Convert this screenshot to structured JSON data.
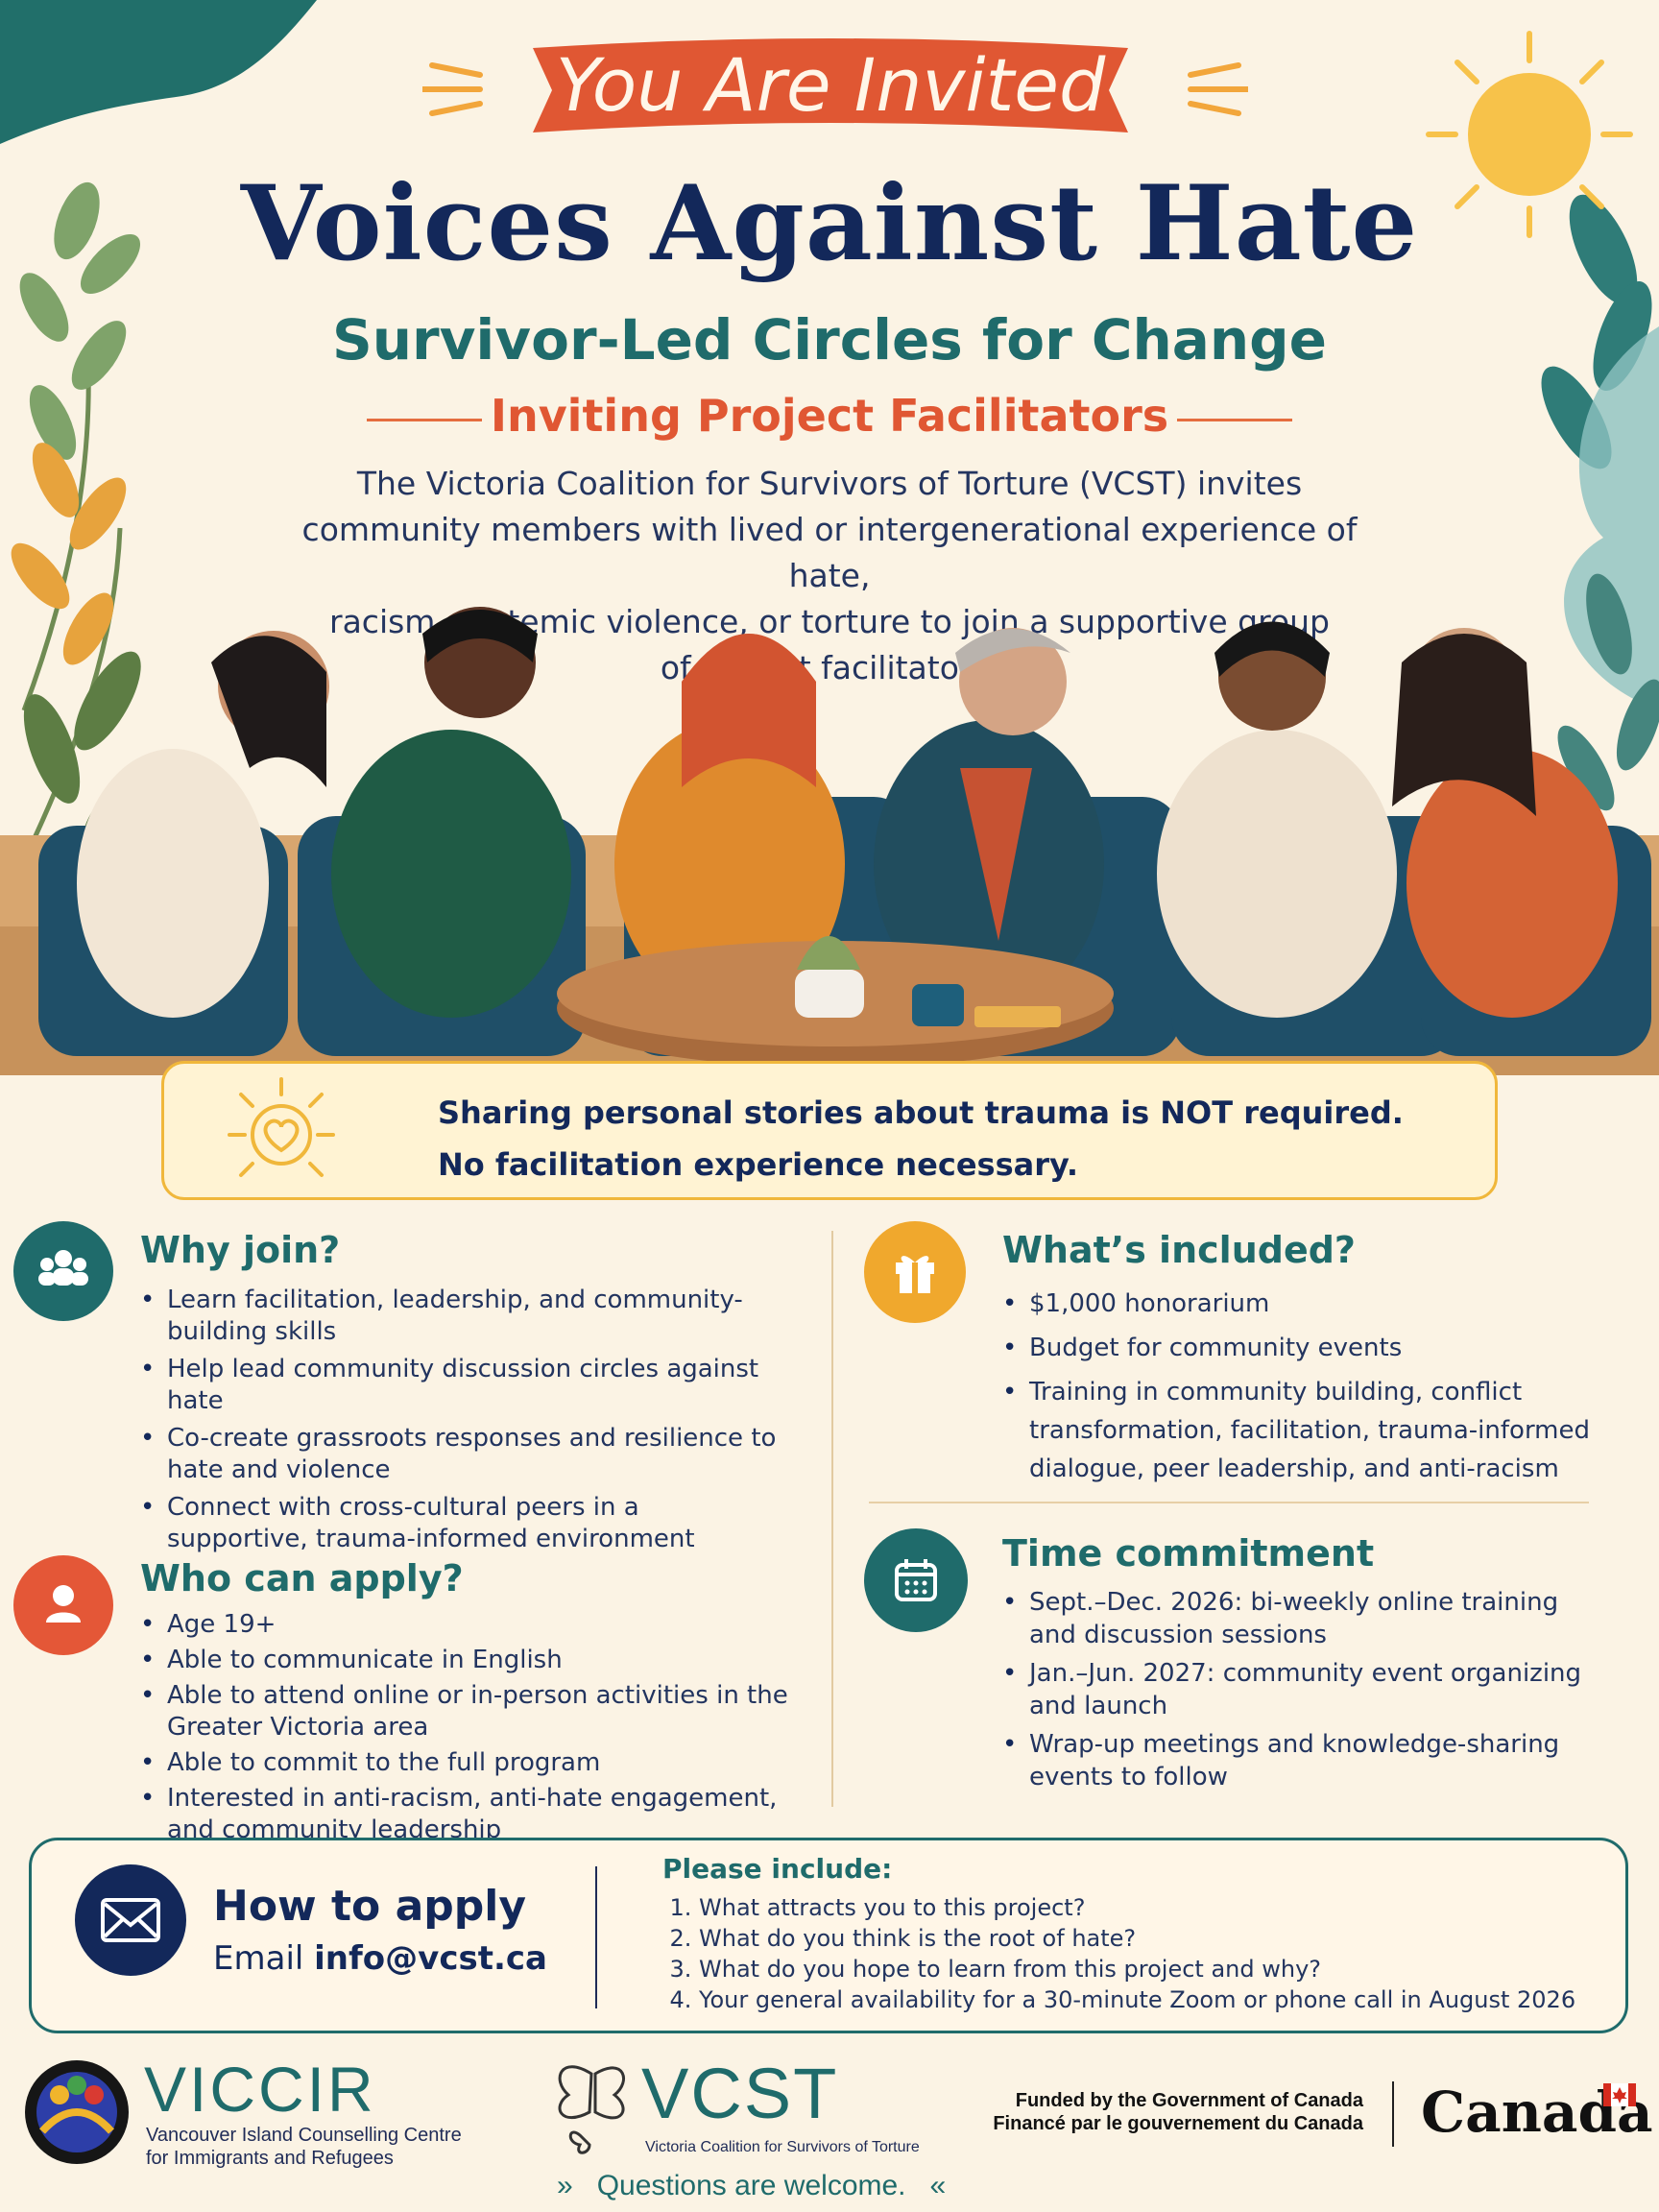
{
  "header": {
    "banner": "You Are Invited",
    "title": "Voices Against Hate",
    "subtitle": "Survivor-Led Circles for Change",
    "inviting": "Inviting Project Facilitators",
    "intro_lines": [
      "The Victoria Coalition for Survivors of Torture (VCST) invites",
      "community members with lived or intergenerational experience of hate,",
      "racism, systemic violence, or torture to join a supportive group",
      "of project facilitators."
    ]
  },
  "notice": {
    "line1": "Sharing personal stories about trauma is NOT required.",
    "line2": "No facilitation experience necessary."
  },
  "why_join": {
    "title": "Why join?",
    "items": [
      "Learn facilitation, leadership, and community-building skills",
      "Help lead community discussion circles against hate",
      "Co-create grassroots responses and resilience to hate and violence",
      "Connect with cross-cultural peers in a supportive, trauma-informed environment"
    ]
  },
  "who_can_apply": {
    "title": "Who can apply?",
    "items": [
      "Age 19+",
      "Able to communicate in English",
      "Able to attend online or in-person activities in the Greater Victoria area",
      "Able to commit to the full program",
      "Interested in anti-racism, anti-hate engagement, and community leadership"
    ]
  },
  "whats_included": {
    "title": "What’s included?",
    "items": [
      "$1,000 honorarium",
      "Budget for community events",
      "Training in community building, conflict transformation, facilitation, trauma-informed dialogue, peer leadership, and anti-racism"
    ]
  },
  "time_commitment": {
    "title": "Time commitment",
    "items": [
      "Sept.–Dec. 2026: bi-weekly online training and discussion sessions",
      "Jan.–Jun. 2027: community event organizing and launch",
      "Wrap-up meetings and knowledge-sharing events to follow"
    ]
  },
  "apply": {
    "title": "How to apply",
    "email_prefix": "Email ",
    "email": "info@vcst.ca",
    "include_title": "Please include:",
    "include_items": [
      "What attracts you to this project?",
      "What do you think is the root of hate?",
      "What do you hope to learn from this project and why?",
      "Your general availability for a 30-minute Zoom or phone call in August 2026"
    ]
  },
  "footer": {
    "viccir_name": "VICCIR",
    "viccir_full_1": "Vancouver Island Counselling Centre",
    "viccir_full_2": "for Immigrants and Refugees",
    "vcst_name": "VCST",
    "vcst_full": "Victoria Coalition for Survivors of Torture",
    "funded_en": "Funded by the Government of Canada",
    "funded_fr": "Financé par le gouvernement du Canada",
    "canada_wordmark": "Canada",
    "questions": "Questions are welcome."
  },
  "colors": {
    "navy": "#13285a",
    "teal": "#1f6b6b",
    "orange": "#e05733",
    "gold": "#f0b73b",
    "cream": "#fbf3e4"
  }
}
